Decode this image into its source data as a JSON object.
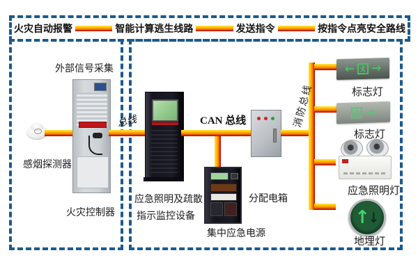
{
  "top_flow": {
    "labels": [
      "火灾自动报警",
      "智能计算逃生线路",
      "发送指令",
      "按指令点亮安全路线"
    ]
  },
  "left_box": {
    "title": "外部信号采集",
    "detector_label": "感烟探测器",
    "controller_label": "火灾控制器",
    "bus_label": "总线"
  },
  "right_box": {
    "can_bus_label": "CAN 总线",
    "monitor_label_line1": "应急照明及疏散",
    "monitor_label_line2": "指示监控设备",
    "eps_label": "集中应急电源",
    "dist_label": "分配电箱",
    "fire_bus_label": "消防总线",
    "sign1_label": "标志灯",
    "sign2_label": "标志灯",
    "emergency_light_label": "应急照明灯",
    "ground_light_label": "地埋灯"
  },
  "glyphs": {
    "arrow_left": "←",
    "arrow_right": "→",
    "arrow_up": "↑",
    "arrow_down": "↓"
  },
  "colors": {
    "frame_blue": "#1b5a8e",
    "line_yellow": "#ffe23a",
    "line_orange": "#ff7a00",
    "line_red": "#a30000",
    "sign_green": "#49c065",
    "screen_green": "#9fd49a"
  }
}
